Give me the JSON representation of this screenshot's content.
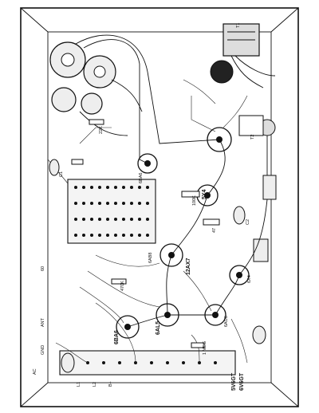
{
  "diagram": {
    "labels": {
      "tube_6ba6": "6BA6",
      "tube_6al5": "6AL5",
      "tube_12ax7": "12AX7",
      "tube_5y4": "5Y4",
      "tube_6v6gt": "6V6GT",
      "tube_5v6gt": "5V6GT",
      "tube_6x4": "6X4",
      "tube_6ba6b": "6BA6",
      "tube_6au6": "6AU6",
      "tube_6ab8": "6AB8",
      "terminal_60": "60",
      "terminal_ant": "ANT",
      "terminal_ac": "AC",
      "terminal_gnd": "GND",
      "terminal_l1": "L1",
      "terminal_l2": "L2",
      "terminal_b": "B+",
      "terminal_22k": "22K",
      "terminal_100k": "100K",
      "terminal_470k": "470K",
      "terminal_1meg": "1 MEG",
      "terminal_47": "47",
      "terminal_c1": "C1",
      "terminal_c2": "C2",
      "terminal_t1": "T1",
      "terminal_t2": "T2"
    }
  }
}
